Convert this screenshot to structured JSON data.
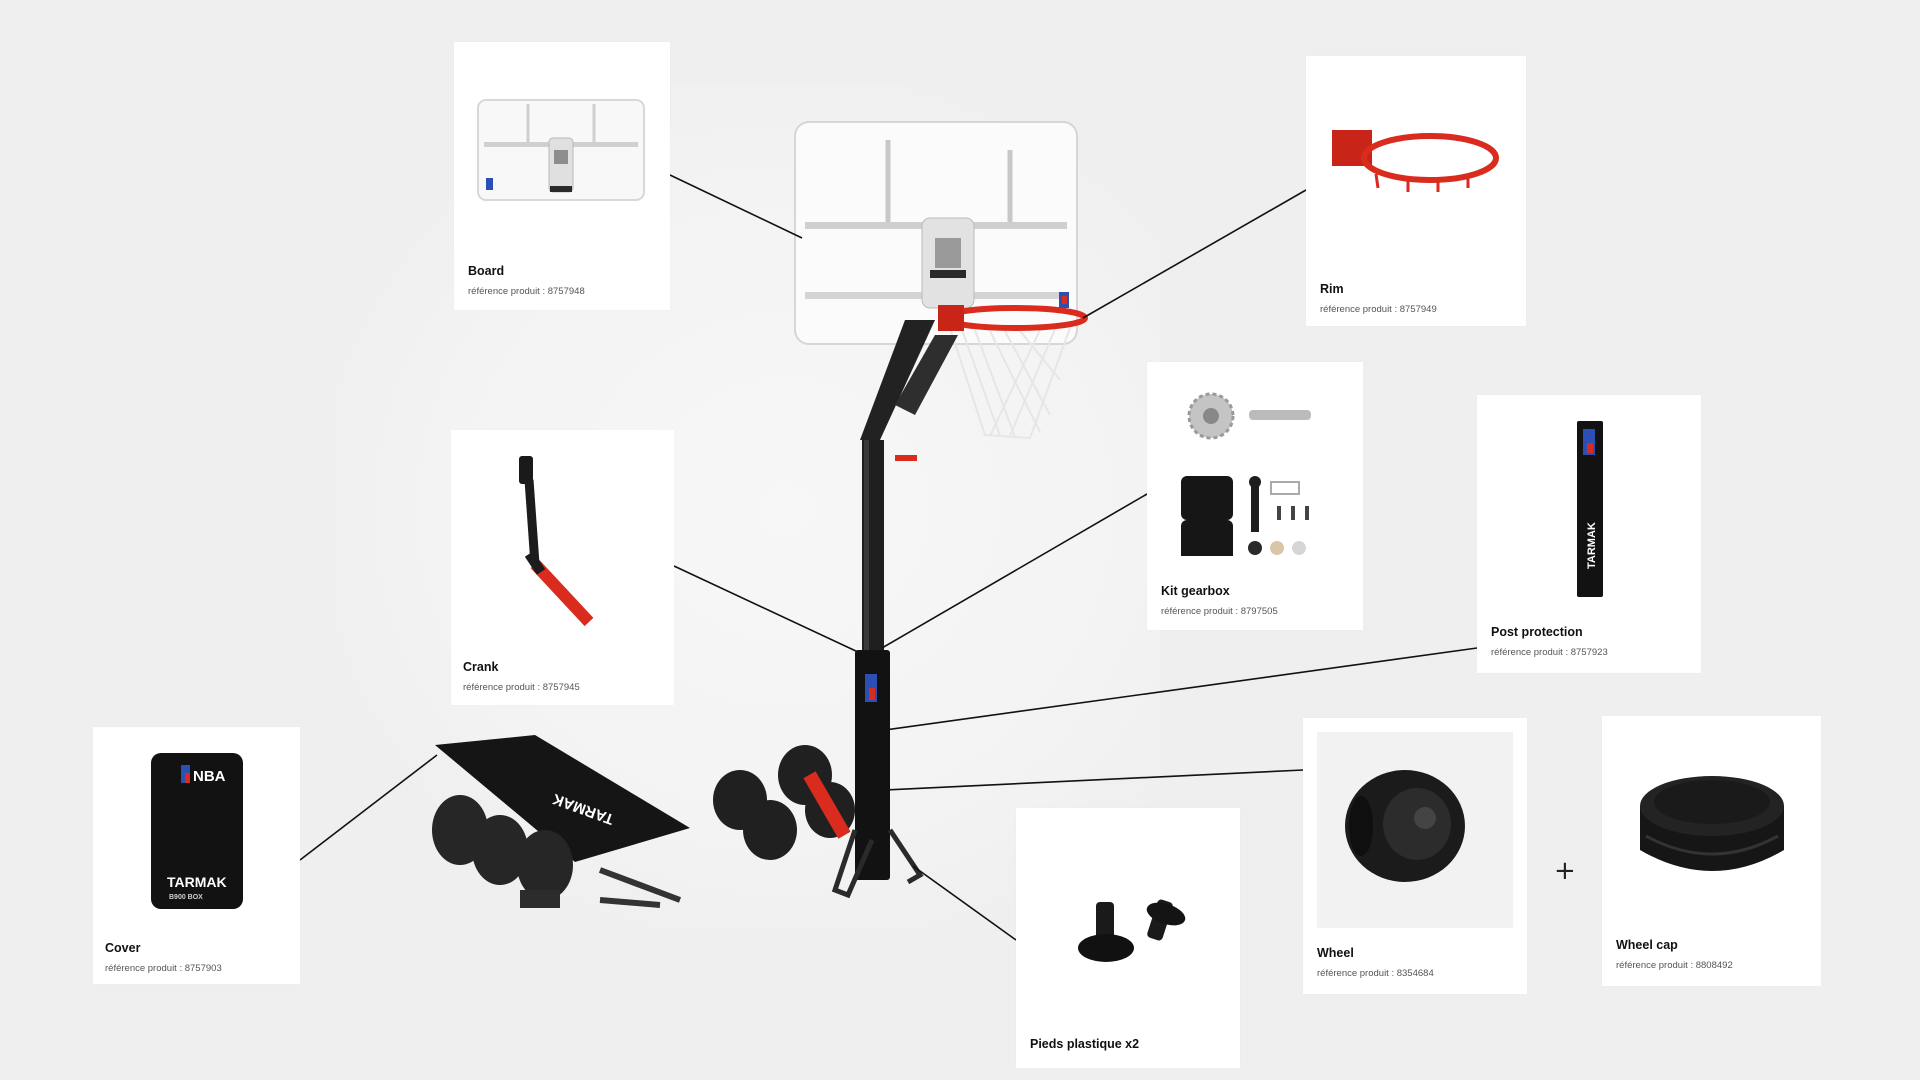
{
  "parts": {
    "board": {
      "title": "Board",
      "ref": "référence produit : 8757948"
    },
    "rim": {
      "title": "Rim",
      "ref": "référence produit : 8757949"
    },
    "kit_gearbox": {
      "title": "Kit gearbox",
      "ref": "référence produit : 8797505"
    },
    "post_protection": {
      "title": "Post protection",
      "ref": "référence produit : 8757923"
    },
    "crank": {
      "title": "Crank",
      "ref": "référence produit : 8757945"
    },
    "cover": {
      "title": "Cover",
      "ref": "référence produit : 8757903"
    },
    "pieds": {
      "title": "Pieds plastique x2"
    },
    "wheel": {
      "title": "Wheel",
      "ref": "référence produit : 8354684"
    },
    "wheel_cap": {
      "title": "Wheel cap",
      "ref": "référence produit : 8808492"
    }
  },
  "plus_sign": "+",
  "brand": {
    "tarmak": "TARMAK",
    "nba": "NBA",
    "b900": "B900 BOX"
  },
  "colors": {
    "accent_red": "#d92b1e",
    "dark": "#1a1a1a",
    "background": "#efefef"
  }
}
